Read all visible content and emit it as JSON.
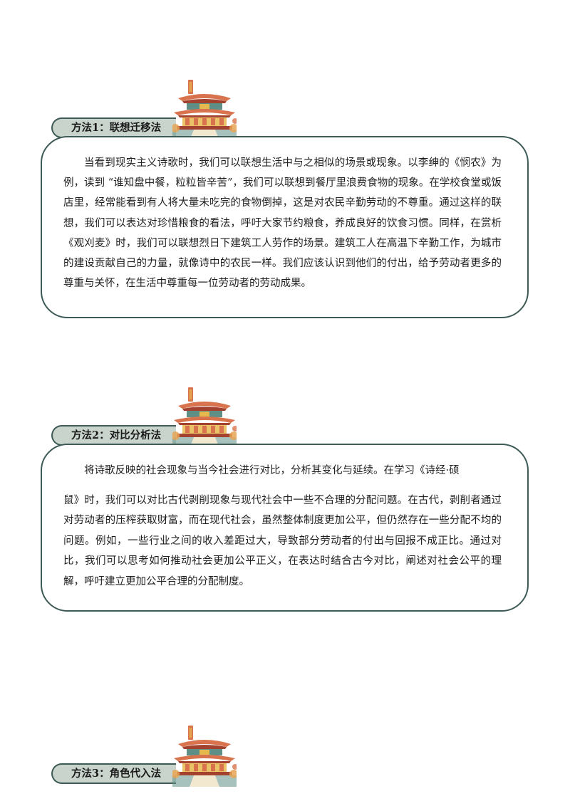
{
  "sections": [
    {
      "title": "方法1：联想迁移法",
      "paragraphs": [
        "当看到现实主义诗歌时，我们可以联想生活中与之相似的场景或现象。以李绅的《悯农》为例，读到 “谁知盘中餐，粒粒皆辛苦”，我们可以联想到餐厅里浪费食物的现象。在学校食堂或饭店里，经常能看到有人将大量未吃完的食物倒掉，这是对农民辛勤劳动的不尊重。通过这样的联想，我们可以表达对珍惜粮食的看法，呼吁大家节约粮食，养成良好的饮食习惯。同样，在赏析《观刈麦》时，我们可以联想烈日下建筑工人劳作的场景。建筑工人在高温下辛勤工作，为城市的建设贡献自己的力量，就像诗中的农民一样。我们应该认识到他们的付出，给予劳动者更多的尊重与关怀，在生活中尊重每一位劳动者的劳动成果。"
      ]
    },
    {
      "title": "方法2：对比分析法",
      "paragraphs": [
        "将诗歌反映的社会现象与当今社会进行对比，分析其变化与延续。在学习《诗经·硕",
        "鼠》时，我们可以对比古代剥削现象与现代社会中一些不合理的分配问题。在古代，剥削者通过对劳动者的压榨获取财富，而在现代社会，虽然整体制度更加公平，但仍然存在一些分配不均的问题。例如，一些行业之间的收入差距过大，导致部分劳动者的付出与回报不成正比。通过对比，我们可以思考如何推动社会更加公平正义，在表达时结合古今对比，阐述对社会公平的理解，呼吁建立更加公平合理的分配制度。"
      ]
    },
    {
      "title": "方法3：角色代入法"
    }
  ],
  "decorations": {
    "pavilion_icon": "chinese-pavilion-icon",
    "colors": {
      "border": "#3d5a56",
      "tab_fill": "#c9d4cd",
      "roof": "#d9734e",
      "roof_dark": "#a3432f",
      "gold": "#e6b94f",
      "teal": "#5e8f86",
      "leaf_orange": "#e8a455"
    }
  }
}
